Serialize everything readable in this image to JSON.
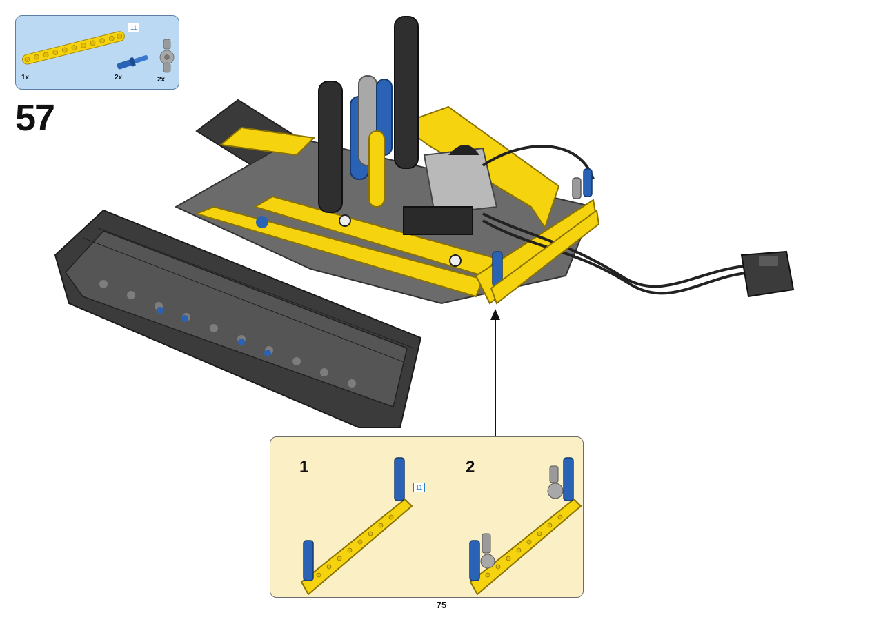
{
  "parts_list": {
    "items": [
      {
        "name": "yellow-liftarm-11",
        "quantity": "1x",
        "length_tag": "11",
        "color": "#f5d40f"
      },
      {
        "name": "blue-axle-pin",
        "quantity": "2x",
        "color": "#2a62b5"
      },
      {
        "name": "gray-axle-joiner",
        "quantity": "2x",
        "color": "#9a9a9a"
      }
    ]
  },
  "step": {
    "number": "57"
  },
  "sub_steps": [
    {
      "number": "1",
      "length_tag": "11"
    },
    {
      "number": "2"
    }
  ],
  "page": {
    "number": "75"
  },
  "colors": {
    "parts_box_bg": "#bcd9f3",
    "sub_box_bg": "#fbefc5",
    "lego_yellow": "#f5d40f",
    "lego_blue": "#2a62b5",
    "lego_black": "#2b2b2b",
    "lego_gray": "#9a9a9a"
  }
}
